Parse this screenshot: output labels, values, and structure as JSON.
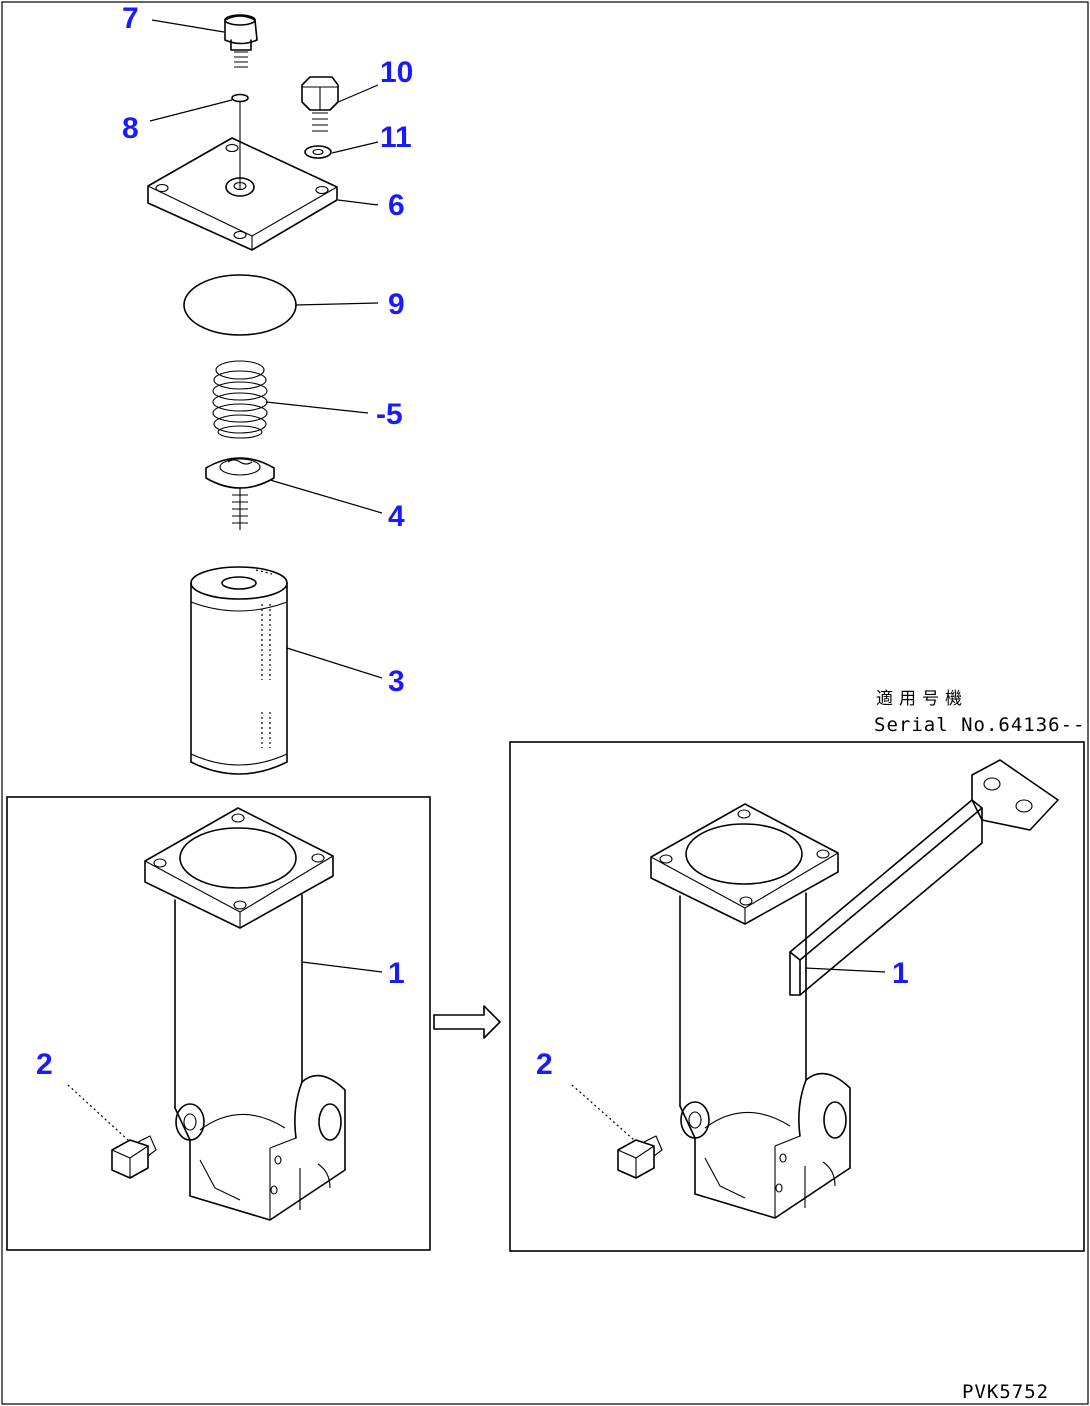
{
  "callouts": {
    "c1": "1",
    "c2": "2",
    "c3": "3",
    "c4": "4",
    "c5": "-5",
    "c6": "6",
    "c7": "7",
    "c8": "8",
    "c9": "9",
    "c10": "10",
    "c11": "11",
    "c1_alt": "1",
    "c2_alt": "2"
  },
  "notes": {
    "applicable_units_jp": "適用号機",
    "serial_number": "Serial No.64136--"
  },
  "drawing_code": "PVK5752",
  "colors": {
    "callout": "#1a1aff",
    "line": "#000000"
  }
}
